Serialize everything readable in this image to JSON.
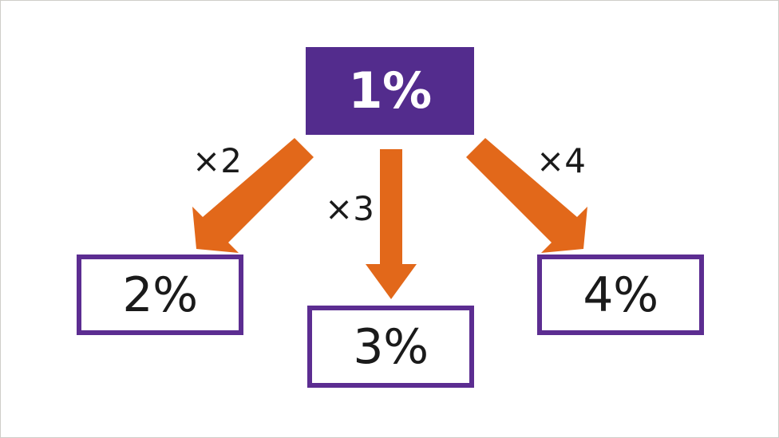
{
  "diagram": {
    "title": "Percentage multiples diagram",
    "background_color": "#ffffff",
    "border_color": "#cfcdc9",
    "colors": {
      "node_fill_purple": "#532C8D",
      "node_border_purple": "#5C2D91",
      "arrow_orange": "#E2681A",
      "text_dark": "#1a1a1a",
      "text_light": "#ffffff"
    },
    "nodes": [
      {
        "id": "top",
        "label": "1%",
        "style": "filled"
      },
      {
        "id": "two",
        "label": "2%",
        "style": "outlined"
      },
      {
        "id": "three",
        "label": "3%",
        "style": "outlined"
      },
      {
        "id": "four",
        "label": "4%",
        "style": "outlined"
      }
    ],
    "edges": [
      {
        "id": "x2",
        "label": "×2",
        "from": "top",
        "to": "two",
        "direction": "down-left"
      },
      {
        "id": "x3",
        "label": "×3",
        "from": "top",
        "to": "three",
        "direction": "down"
      },
      {
        "id": "x4",
        "label": "×4",
        "from": "top",
        "to": "four",
        "direction": "down-right"
      }
    ]
  }
}
